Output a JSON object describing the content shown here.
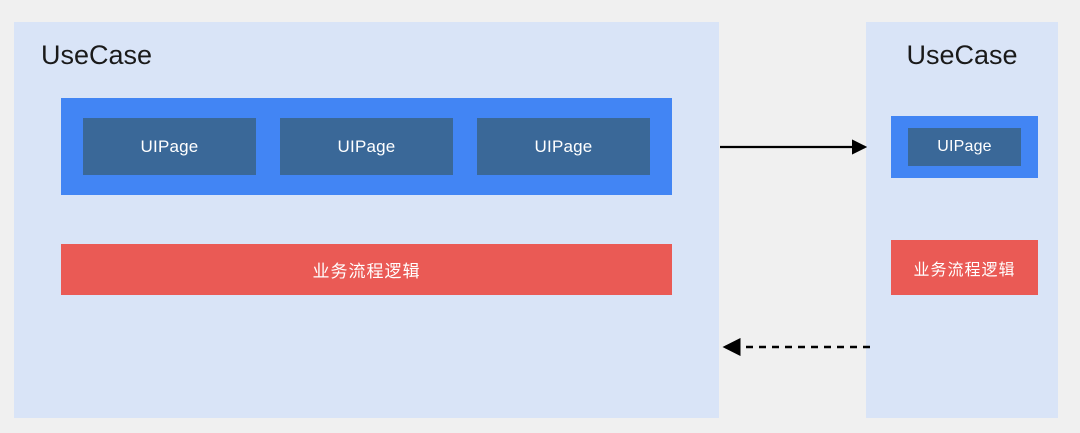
{
  "diagram": {
    "background_color": "#f0f0f0",
    "panel_color": "#d9e4f7",
    "group_color": "#4285f4",
    "uipage_color": "#3a6898",
    "logic_color": "#ea5a55",
    "arrow_color": "#000000"
  },
  "left_panel": {
    "title": "UseCase",
    "ui_group": {
      "pages": [
        {
          "label": "UIPage"
        },
        {
          "label": "UIPage"
        },
        {
          "label": "UIPage"
        }
      ]
    },
    "logic_bar": {
      "label": "业务流程逻辑"
    }
  },
  "right_panel": {
    "title": "UseCase",
    "ui_group": {
      "pages": [
        {
          "label": "UIPage"
        }
      ]
    },
    "logic_bar": {
      "label": "业务流程逻辑"
    }
  },
  "connectors": [
    {
      "name": "left-to-right-arrow",
      "style": "solid",
      "direction": "right",
      "label": ""
    },
    {
      "name": "right-to-left-arrow",
      "style": "dashed",
      "direction": "left",
      "label": ""
    }
  ]
}
